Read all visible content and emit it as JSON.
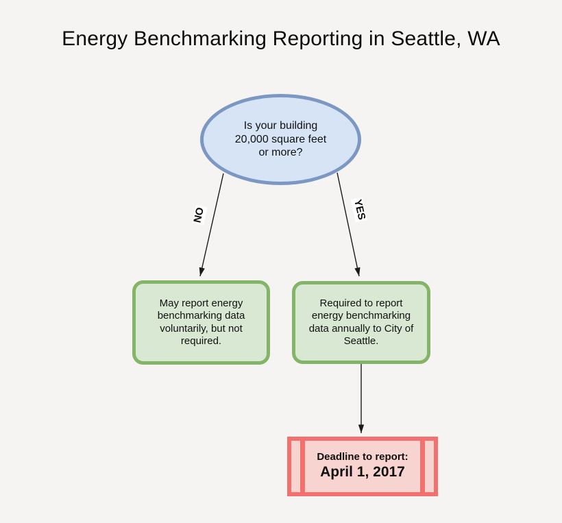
{
  "diagram": {
    "title": "Energy Benchmarking Reporting in Seattle, WA",
    "background_color": "#f5f4f2",
    "nodes": {
      "question": {
        "shape": "ellipse",
        "text": "Is your building\n20,000 square feet\nor more?",
        "fill_color": "#d6e4f6",
        "stroke_color": "#7d97c3"
      },
      "no_outcome": {
        "shape": "rounded-rectangle",
        "text": "May report energy\nbenchmarking data\nvoluntarily, but not\nrequired.",
        "fill_color": "#d9e8d3",
        "stroke_color": "#84b467"
      },
      "yes_outcome": {
        "shape": "rounded-rectangle",
        "text": "Required to report\nenergy benchmarking\ndata annually to City of\nSeattle.",
        "fill_color": "#d9e8d3",
        "stroke_color": "#84b467"
      },
      "deadline": {
        "shape": "process",
        "label": "Deadline to report:",
        "date": "April 1, 2017",
        "fill_color": "#f8d4d1",
        "stroke_color": "#f2716e"
      }
    },
    "edges": [
      {
        "label": "NO",
        "from": "question",
        "to": "no_outcome"
      },
      {
        "label": "YES",
        "from": "question",
        "to": "yes_outcome"
      },
      {
        "label": "",
        "from": "yes_outcome",
        "to": "deadline"
      }
    ]
  }
}
